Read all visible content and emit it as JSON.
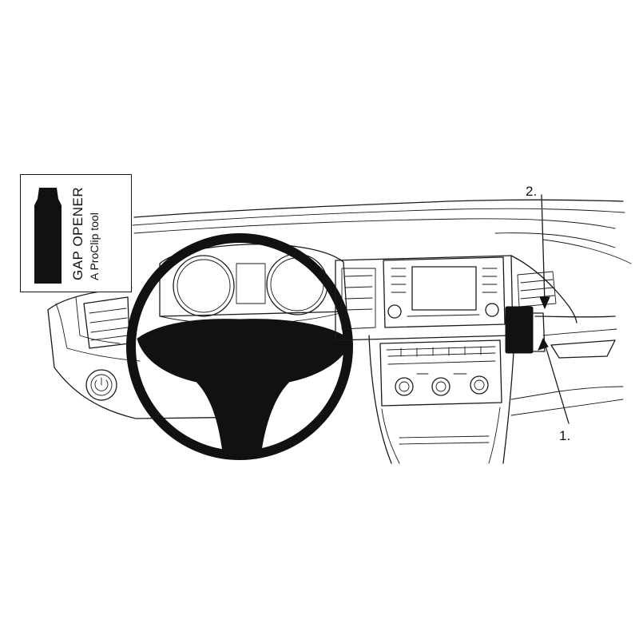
{
  "inset": {
    "title": "GAP OPENER",
    "subtitle": "A ProClip tool"
  },
  "callouts": [
    {
      "label": "2."
    },
    {
      "label": "1."
    }
  ]
}
